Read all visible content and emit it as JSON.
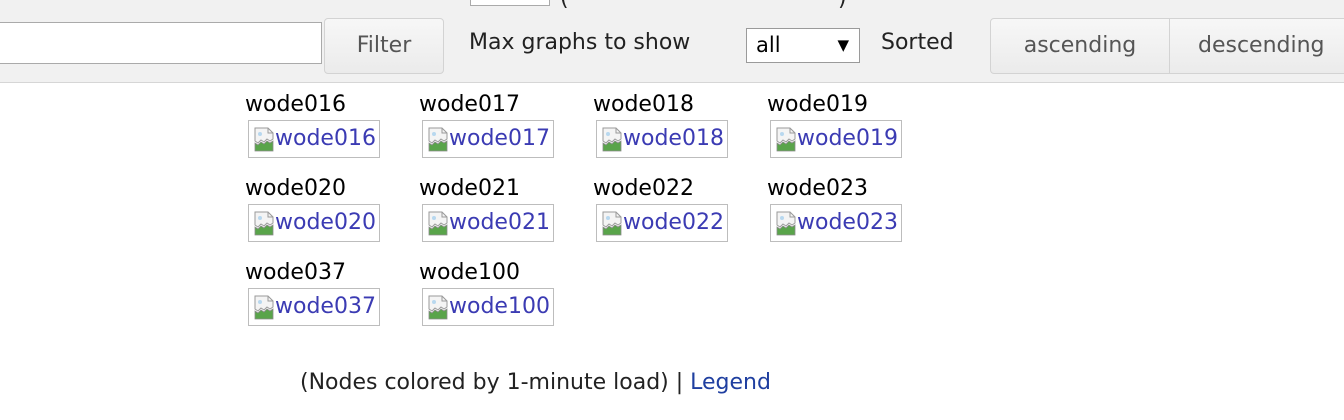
{
  "toolbar": {
    "search_value": "",
    "filter_label": "Filter",
    "max_graphs_label": "Max graphs to show",
    "max_graphs_selected": "all",
    "sorted_label": "Sorted",
    "ascending_label": "ascending",
    "descending_label": "descending"
  },
  "nodes": [
    {
      "name": "wode016",
      "alt": "wode016"
    },
    {
      "name": "wode017",
      "alt": "wode017"
    },
    {
      "name": "wode018",
      "alt": "wode018"
    },
    {
      "name": "wode019",
      "alt": "wode019"
    },
    {
      "name": "wode020",
      "alt": "wode020"
    },
    {
      "name": "wode021",
      "alt": "wode021"
    },
    {
      "name": "wode022",
      "alt": "wode022"
    },
    {
      "name": "wode023",
      "alt": "wode023"
    },
    {
      "name": "wode037",
      "alt": "wode037"
    },
    {
      "name": "wode100",
      "alt": "wode100"
    }
  ],
  "footer": {
    "note": "(Nodes colored by 1-minute load) |",
    "legend_link": "Legend"
  },
  "colors": {
    "toolbar_bg": "#f1f1f1",
    "link": "#1f3fa0",
    "alt_text": "#3b3bb3"
  },
  "icons": {
    "broken_image": "broken-image-icon",
    "dropdown_arrow": "chevron-down-icon"
  }
}
